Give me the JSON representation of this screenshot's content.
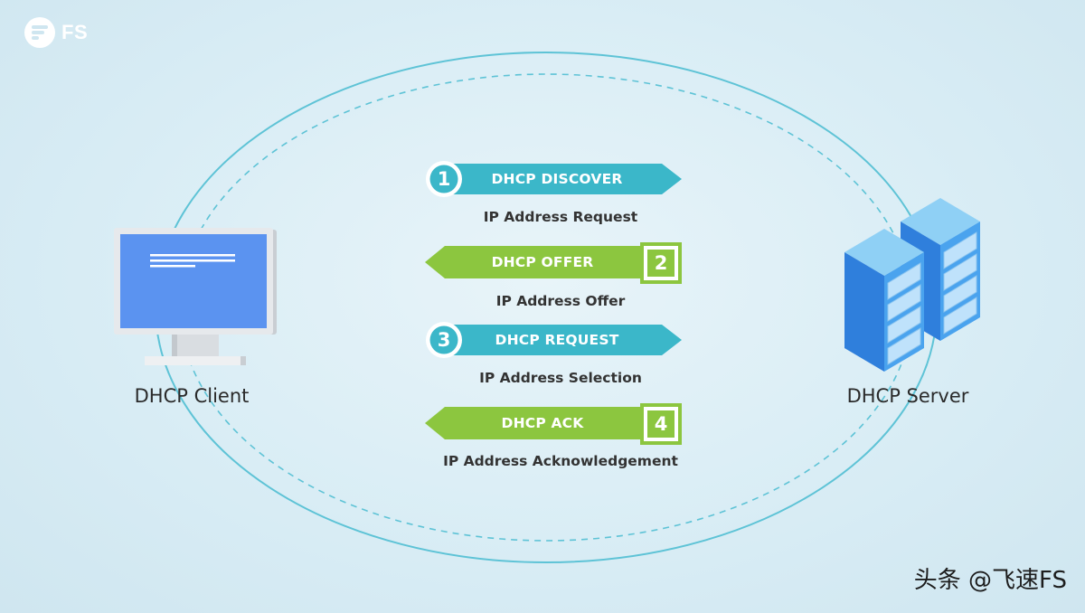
{
  "brand": {
    "logo_text": "FS"
  },
  "client": {
    "label": "DHCP Client"
  },
  "server": {
    "label": "DHCP Server"
  },
  "steps": [
    {
      "number": "1",
      "label": "DHCP DISCOVER",
      "caption": "IP Address Request",
      "direction": "to-server",
      "color": "#3bb7c9"
    },
    {
      "number": "2",
      "label": "DHCP OFFER",
      "caption": "IP Address Offer",
      "direction": "to-client",
      "color": "#8cc63f"
    },
    {
      "number": "3",
      "label": "DHCP REQUEST",
      "caption": "IP Address Selection",
      "direction": "to-server",
      "color": "#3bb7c9"
    },
    {
      "number": "4",
      "label": "DHCP ACK",
      "caption": "IP Address Acknowledgement",
      "direction": "to-client",
      "color": "#8cc63f"
    }
  ],
  "watermark": "头条 @飞速FS"
}
